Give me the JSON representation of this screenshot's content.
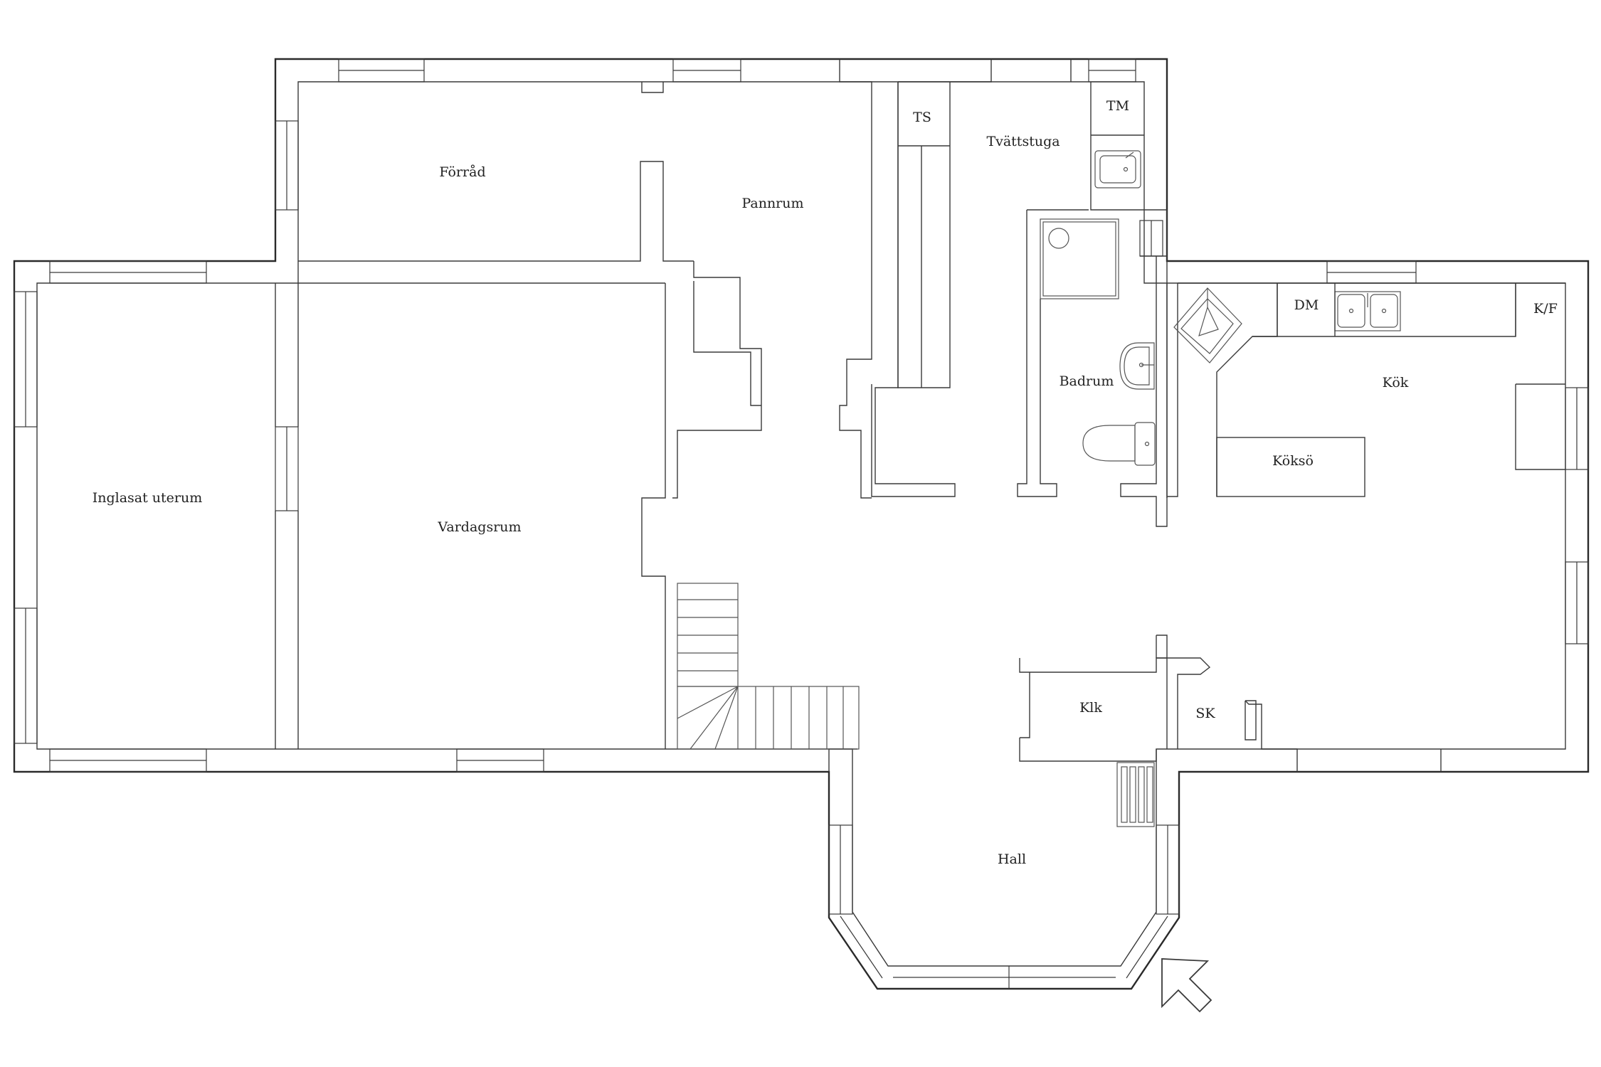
{
  "rooms": {
    "forrad": "Förråd",
    "pannrum": "Pannrum",
    "ts": "TS",
    "tvattstuga": "Tvättstuga",
    "tm": "TM",
    "badrum": "Badrum",
    "dm": "DM",
    "kf": "K/F",
    "kok": "Kök",
    "kokso": "Köksö",
    "inglasat": "Inglasat uterum",
    "vardagsrum": "Vardagsrum",
    "klk": "Klk",
    "sk": "SK",
    "hall": "Hall"
  },
  "icons": {
    "entrance": "entrance-arrow-icon",
    "sink": "sink-icon",
    "toilet": "toilet-icon",
    "shower": "shower-icon",
    "stove": "fireplace-icon"
  }
}
